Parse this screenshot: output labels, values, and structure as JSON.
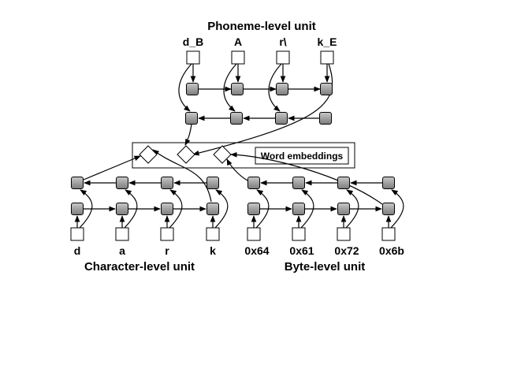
{
  "phoneme_unit": {
    "title": "Phoneme-level unit",
    "tokens": [
      "d_B",
      "A",
      "r\\",
      "k_E"
    ]
  },
  "character_unit": {
    "title": "Character-level unit",
    "tokens": [
      "d",
      "a",
      "r",
      "k"
    ]
  },
  "byte_unit": {
    "title": "Byte-level unit",
    "tokens": [
      "0x64",
      "0x61",
      "0x72",
      "0x6b"
    ]
  },
  "embeddings": {
    "label": "Word embeddings",
    "count": 3
  }
}
